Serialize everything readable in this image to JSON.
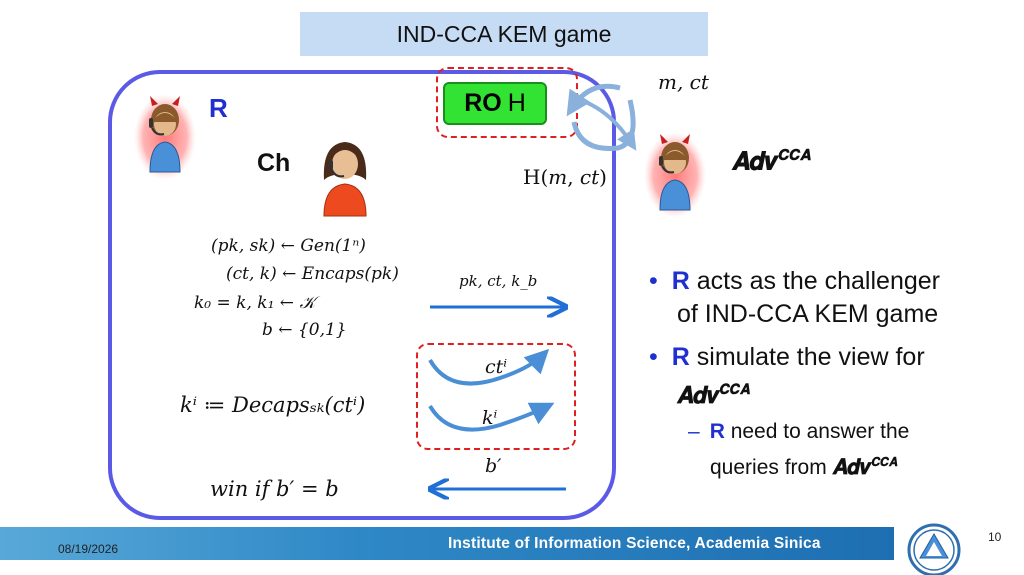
{
  "title": "IND-CCA KEM game",
  "labels": {
    "reduction": "R",
    "challenger": "Ch",
    "ro_bold": "RO",
    "ro_h": "H",
    "adv": "𝑨𝒅𝒗",
    "adv_sup": "𝑪𝑪𝑨",
    "m_ct": "𝑚, 𝑐𝑡",
    "h_query": "H(𝑚, 𝑐𝑡)"
  },
  "protocol": {
    "line1": "(𝑝𝑘, 𝑠𝑘) ← 𝐺𝑒𝑛(1ⁿ)",
    "line2": "(𝑐𝑡, 𝑘) ← 𝐸𝑛𝑐𝑎𝑝𝑠(𝑝𝑘)",
    "line3": "𝑘₀ = 𝑘, 𝑘₁ ← 𝒦",
    "line4": "𝑏 ← {0,1}",
    "decaps": "𝑘ⁱ ≔ 𝐷𝑒𝑐𝑎𝑝𝑠ₛₖ(𝑐𝑡ⁱ)",
    "win": "𝑤𝑖𝑛 𝑖𝑓 𝑏′ = 𝑏"
  },
  "arrows": {
    "to_adv": "𝑝𝑘, 𝑐𝑡, 𝑘_𝑏",
    "ct_i": "𝑐𝑡ⁱ",
    "k_i": "𝑘ⁱ",
    "b_prime": "𝑏′"
  },
  "bullets": [
    {
      "bullet": "•",
      "r": "R",
      "text": " acts as the challenger",
      "text2": "of IND-CCA KEM game"
    },
    {
      "bullet": "•",
      "r": "R",
      "text": " simulate the view for",
      "adv": "𝑨𝒅𝒗",
      "adv_sup": "𝑪𝑪𝑨"
    }
  ],
  "sub_bullet": {
    "dash": "–",
    "r": "R",
    "text": " need to answer the",
    "text2": "queries from ",
    "adv": "𝑨𝒅𝒗",
    "adv_sup": "𝑪𝑪𝑨"
  },
  "footer": {
    "institute": "Institute of Information Science, Academia Sinica",
    "date": "08/19/2026",
    "page": "10"
  },
  "colors": {
    "blue_border": "#5a5ae6",
    "red_dashed": "#e02020",
    "ro_green": "#33e333",
    "arrow_blue": "#1f6fd6"
  }
}
